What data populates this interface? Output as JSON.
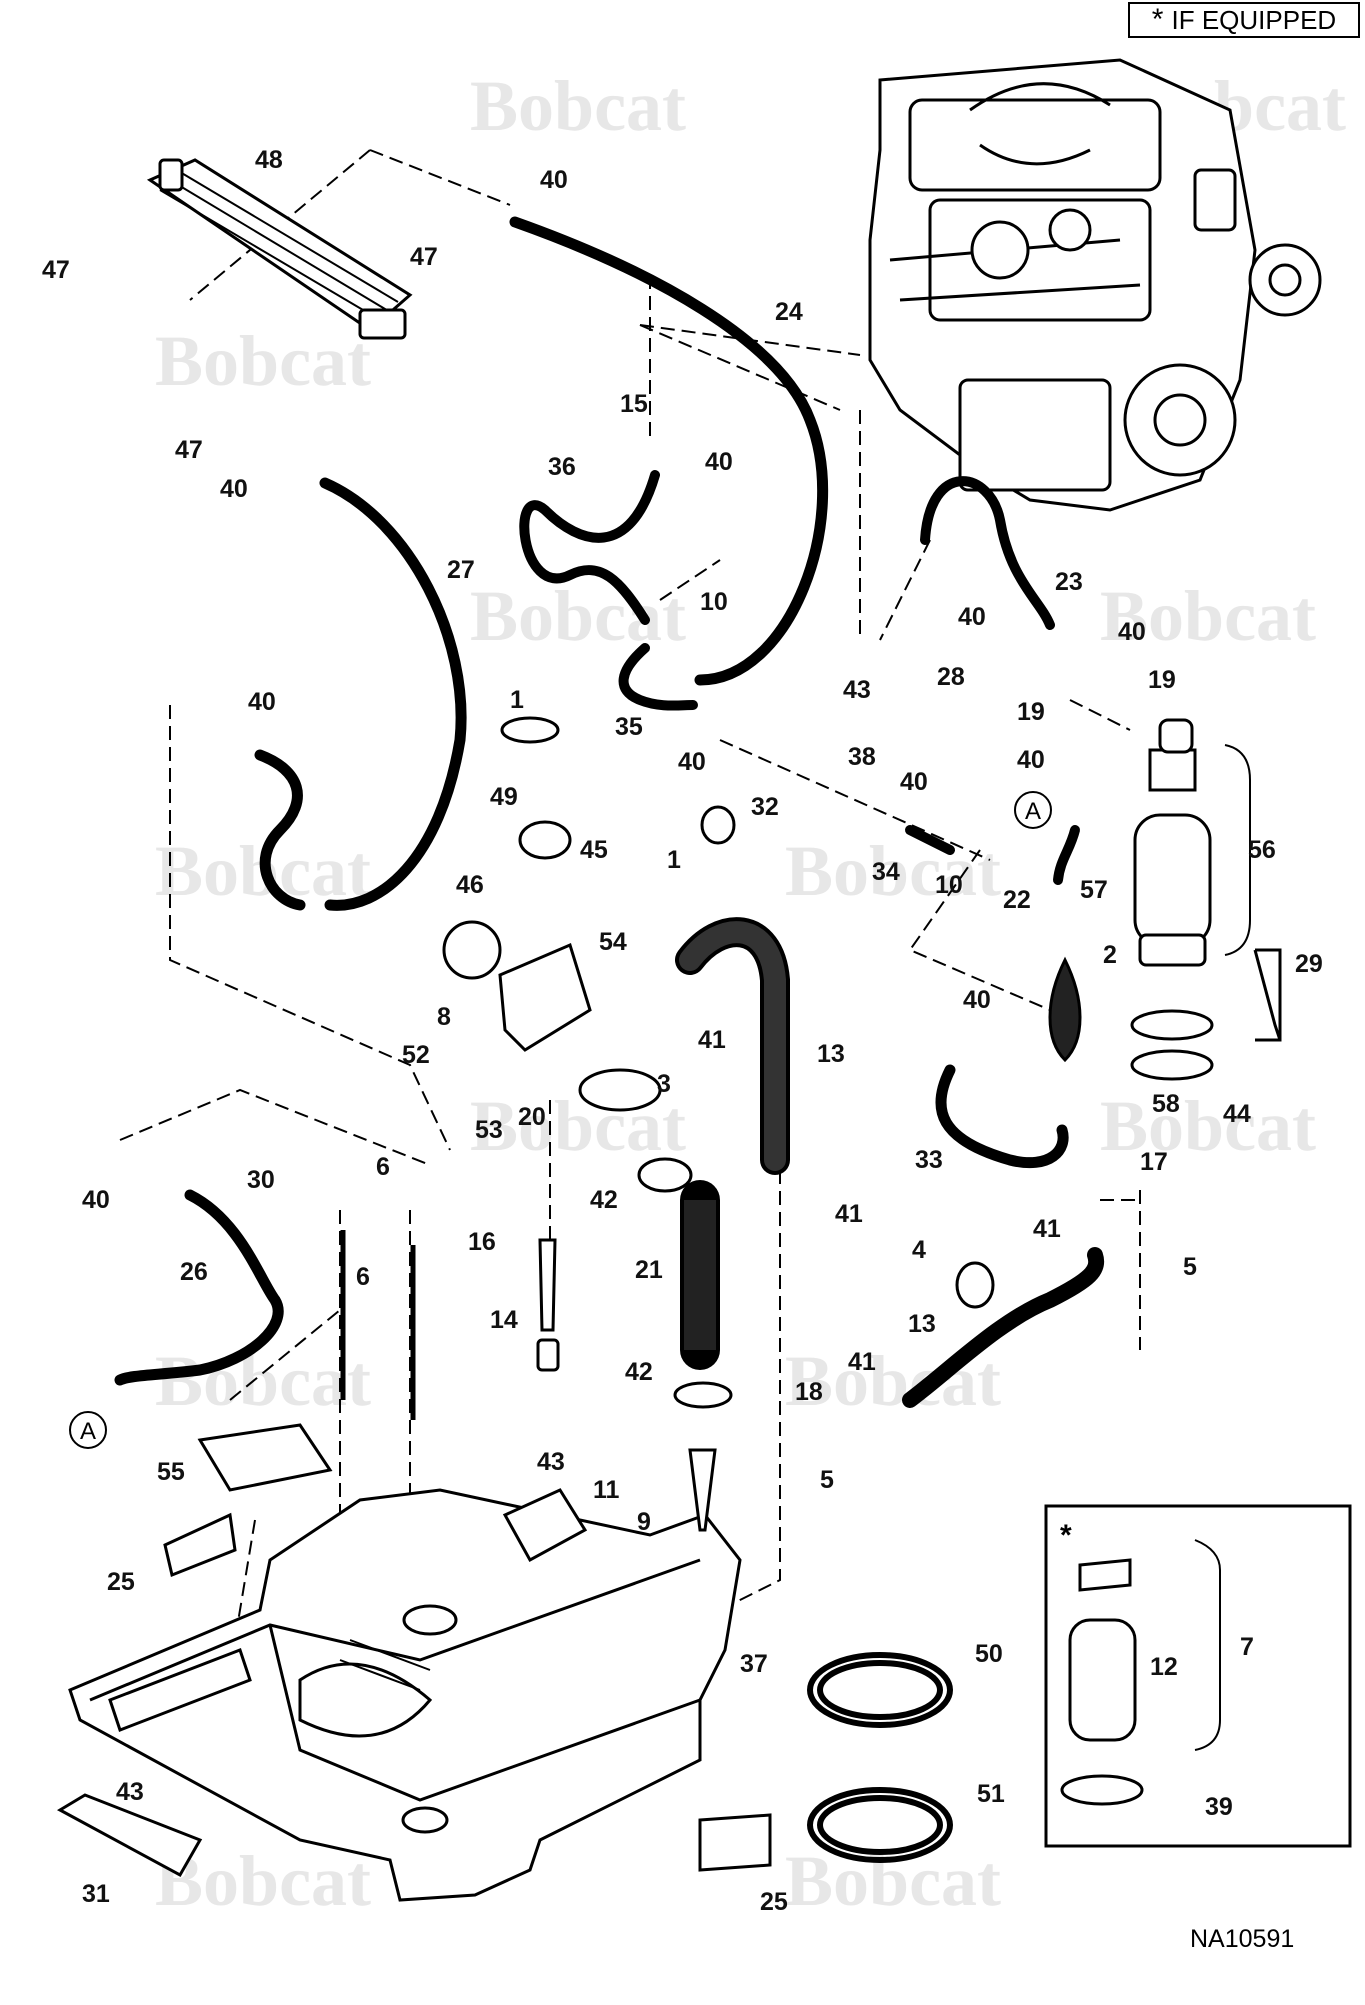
{
  "legend": {
    "symbol": "*",
    "text": "IF EQUIPPED"
  },
  "drawing_number": "NA10591",
  "watermark": "Bobcat",
  "reference_marker": "A",
  "callouts": [
    {
      "id": "c48",
      "label": "48"
    },
    {
      "id": "c40a",
      "label": "40"
    },
    {
      "id": "c47a",
      "label": "47"
    },
    {
      "id": "c47b",
      "label": "47"
    },
    {
      "id": "c24",
      "label": "24"
    },
    {
      "id": "c15",
      "label": "15"
    },
    {
      "id": "c40b",
      "label": "40"
    },
    {
      "id": "c47c",
      "label": "47"
    },
    {
      "id": "c40c",
      "label": "40"
    },
    {
      "id": "c36",
      "label": "36"
    },
    {
      "id": "c27",
      "label": "27"
    },
    {
      "id": "c10a",
      "label": "10"
    },
    {
      "id": "c23",
      "label": "23"
    },
    {
      "id": "c40d",
      "label": "40"
    },
    {
      "id": "c40e",
      "label": "40"
    },
    {
      "id": "c28",
      "label": "28"
    },
    {
      "id": "c19a",
      "label": "19"
    },
    {
      "id": "c43a",
      "label": "43"
    },
    {
      "id": "c35",
      "label": "35"
    },
    {
      "id": "c38",
      "label": "38"
    },
    {
      "id": "c19b",
      "label": "19"
    },
    {
      "id": "c40f",
      "label": "40"
    },
    {
      "id": "c40g",
      "label": "40"
    },
    {
      "id": "c40h",
      "label": "40"
    },
    {
      "id": "c40i",
      "label": "40"
    },
    {
      "id": "c32",
      "label": "32"
    },
    {
      "id": "c49",
      "label": "49"
    },
    {
      "id": "c45",
      "label": "45"
    },
    {
      "id": "c1a",
      "label": "1"
    },
    {
      "id": "c1b",
      "label": "1"
    },
    {
      "id": "c34",
      "label": "34"
    },
    {
      "id": "c10b",
      "label": "10"
    },
    {
      "id": "c56",
      "label": "56"
    },
    {
      "id": "c57",
      "label": "57"
    },
    {
      "id": "c22",
      "label": "22"
    },
    {
      "id": "c46",
      "label": "46"
    },
    {
      "id": "c54",
      "label": "54"
    },
    {
      "id": "c2",
      "label": "2"
    },
    {
      "id": "c29",
      "label": "29"
    },
    {
      "id": "c40j",
      "label": "40"
    },
    {
      "id": "c8",
      "label": "8"
    },
    {
      "id": "c41a",
      "label": "41"
    },
    {
      "id": "c13a",
      "label": "13"
    },
    {
      "id": "c52",
      "label": "52"
    },
    {
      "id": "c3",
      "label": "3"
    },
    {
      "id": "c53",
      "label": "53"
    },
    {
      "id": "c20",
      "label": "20"
    },
    {
      "id": "c58",
      "label": "58"
    },
    {
      "id": "c44",
      "label": "44"
    },
    {
      "id": "c33",
      "label": "33"
    },
    {
      "id": "c17",
      "label": "17"
    },
    {
      "id": "c30",
      "label": "30"
    },
    {
      "id": "c6a",
      "label": "6"
    },
    {
      "id": "c40k",
      "label": "40"
    },
    {
      "id": "c42a",
      "label": "42"
    },
    {
      "id": "c41b",
      "label": "41"
    },
    {
      "id": "c16",
      "label": "16"
    },
    {
      "id": "c41c",
      "label": "41"
    },
    {
      "id": "c4",
      "label": "4"
    },
    {
      "id": "c5a",
      "label": "5"
    },
    {
      "id": "c26",
      "label": "26"
    },
    {
      "id": "c6b",
      "label": "6"
    },
    {
      "id": "c21",
      "label": "21"
    },
    {
      "id": "c14",
      "label": "14"
    },
    {
      "id": "c13b",
      "label": "13"
    },
    {
      "id": "c42b",
      "label": "42"
    },
    {
      "id": "c41d",
      "label": "41"
    },
    {
      "id": "c18",
      "label": "18"
    },
    {
      "id": "c5b",
      "label": "5"
    },
    {
      "id": "c55",
      "label": "55"
    },
    {
      "id": "c43b",
      "label": "43"
    },
    {
      "id": "c11",
      "label": "11"
    },
    {
      "id": "c9",
      "label": "9"
    },
    {
      "id": "c25a",
      "label": "25"
    },
    {
      "id": "c37",
      "label": "37"
    },
    {
      "id": "c50",
      "label": "50"
    },
    {
      "id": "c7",
      "label": "7"
    },
    {
      "id": "c12",
      "label": "12"
    },
    {
      "id": "c43c",
      "label": "43"
    },
    {
      "id": "c51",
      "label": "51"
    },
    {
      "id": "c39",
      "label": "39"
    },
    {
      "id": "c31",
      "label": "31"
    },
    {
      "id": "c25b",
      "label": "25"
    }
  ]
}
